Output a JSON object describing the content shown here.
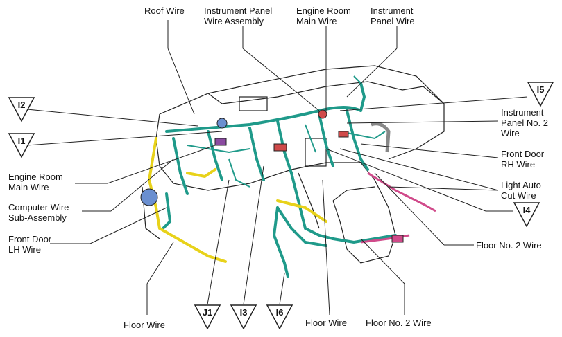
{
  "labels": {
    "roof_wire": "Roof Wire",
    "instrument_panel_wire_assembly": "Instrument Panel\nWire Assembly",
    "engine_room_main_wire_top": "Engine Room\nMain Wire",
    "instrument_panel_wire": "Instrument\nPanel Wire",
    "instrument_panel_no2_wire": "Instrument\nPanel No. 2\nWire",
    "front_door_rh_wire": "Front Door\nRH Wire",
    "light_auto_cut_wire": "Light Auto\nCut Wire",
    "floor_no2_wire_right": "Floor No. 2 Wire",
    "floor_no2_wire_bottom": "Floor No. 2 Wire",
    "floor_wire_bottom_center": "Floor Wire",
    "floor_wire_bottom_left": "Floor Wire",
    "engine_room_main_wire_left": "Engine Room\nMain Wire",
    "computer_wire_sub_assembly": "Computer Wire\nSub-Assembly",
    "front_door_lh_wire": "Front Door\nLH Wire"
  },
  "markers": {
    "i2": "I2",
    "i1": "I1",
    "i5": "I5",
    "i4": "I4",
    "j1": "J1",
    "i3": "I3",
    "i6": "I6"
  },
  "colors": {
    "harness": "#1f9a8a",
    "yellow_wire": "#e8d21a",
    "pink_wire": "#d04a8a",
    "blue_part": "#6a8fd0",
    "outline": "#222222"
  }
}
